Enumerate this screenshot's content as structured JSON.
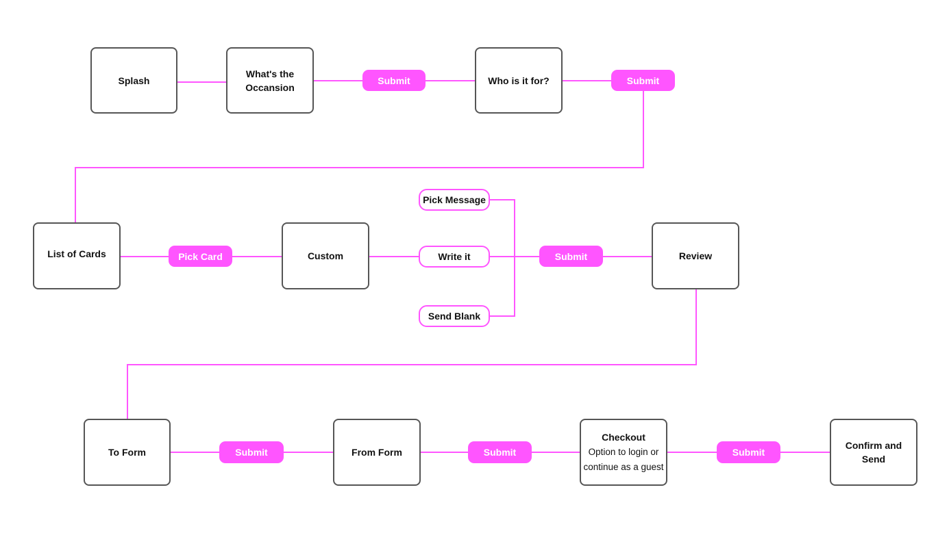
{
  "colors": {
    "accent": "#ff55ff",
    "node_border": "#555555"
  },
  "nodes": {
    "splash": {
      "title": "Splash"
    },
    "occasion": {
      "title": "What's the Occansion"
    },
    "who_for": {
      "title": "Who is it for?"
    },
    "list_of_cards": {
      "title": "List of Cards"
    },
    "custom": {
      "title": "Custom"
    },
    "review": {
      "title": "Review"
    },
    "to_form": {
      "title": "To Form"
    },
    "from_form": {
      "title": "From Form"
    },
    "checkout": {
      "title": "Checkout",
      "subtitle": "Option to login or continue as a guest"
    },
    "confirm_send": {
      "title": "Confirm and Send"
    }
  },
  "actions": {
    "submit_occasion": "Submit",
    "submit_who": "Submit",
    "pick_card": "Pick Card",
    "submit_message": "Submit",
    "submit_to_form": "Submit",
    "submit_from_form": "Submit",
    "submit_checkout": "Submit"
  },
  "message_options": {
    "pick_message": "Pick Message",
    "write_it": "Write it",
    "send_blank": "Send Blank"
  }
}
